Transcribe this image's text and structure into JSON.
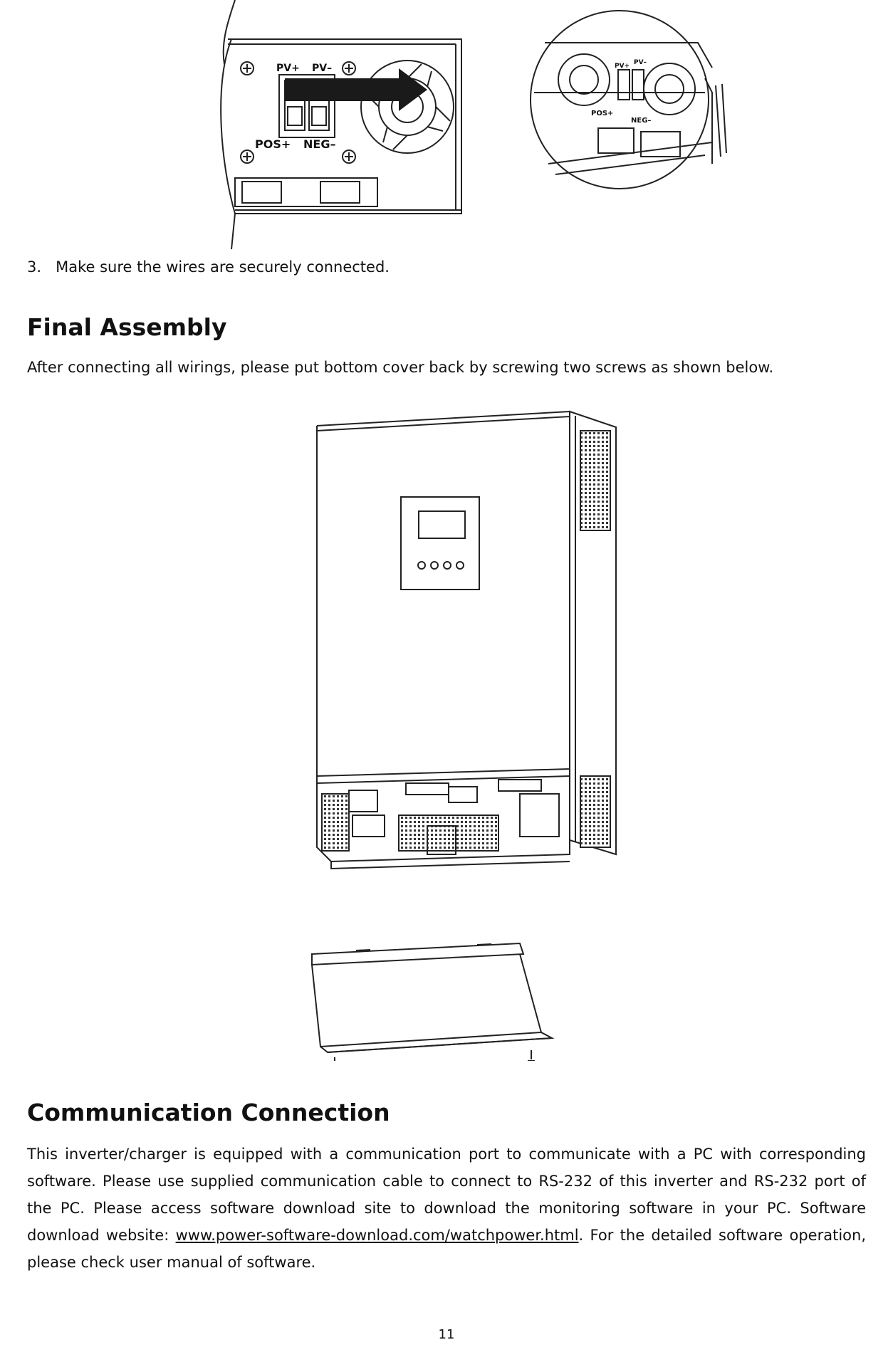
{
  "figure_top": {
    "labels": {
      "pv_pos": "PV+",
      "pv_neg": "PV–",
      "pos": "POS+",
      "neg": "NEG–"
    },
    "zoom_labels": {
      "pv_pos": "PV+",
      "pv_neg": "PV–",
      "pos": "POS+",
      "neg": "NEG–"
    }
  },
  "step3": {
    "number": "3.",
    "text": "Make sure the wires are securely connected."
  },
  "final_assembly": {
    "heading": "Final Assembly",
    "paragraph": "After connecting all wirings, please put bottom cover back by screwing two screws as shown below."
  },
  "communication": {
    "heading": "Communication Connection",
    "paragraph_before_link": "This inverter/charger is equipped with a communication port to communicate with a PC with corresponding software. Please use supplied communication cable to connect to RS-232 of this inverter and RS-232 port of the PC. Please access software download site to download the monitoring software in your PC. Software download website: ",
    "link": "www.power-software-download.com/watchpower.html",
    "paragraph_after_link": ". For the detailed software operation, please check user manual of software."
  },
  "page_number": "11"
}
